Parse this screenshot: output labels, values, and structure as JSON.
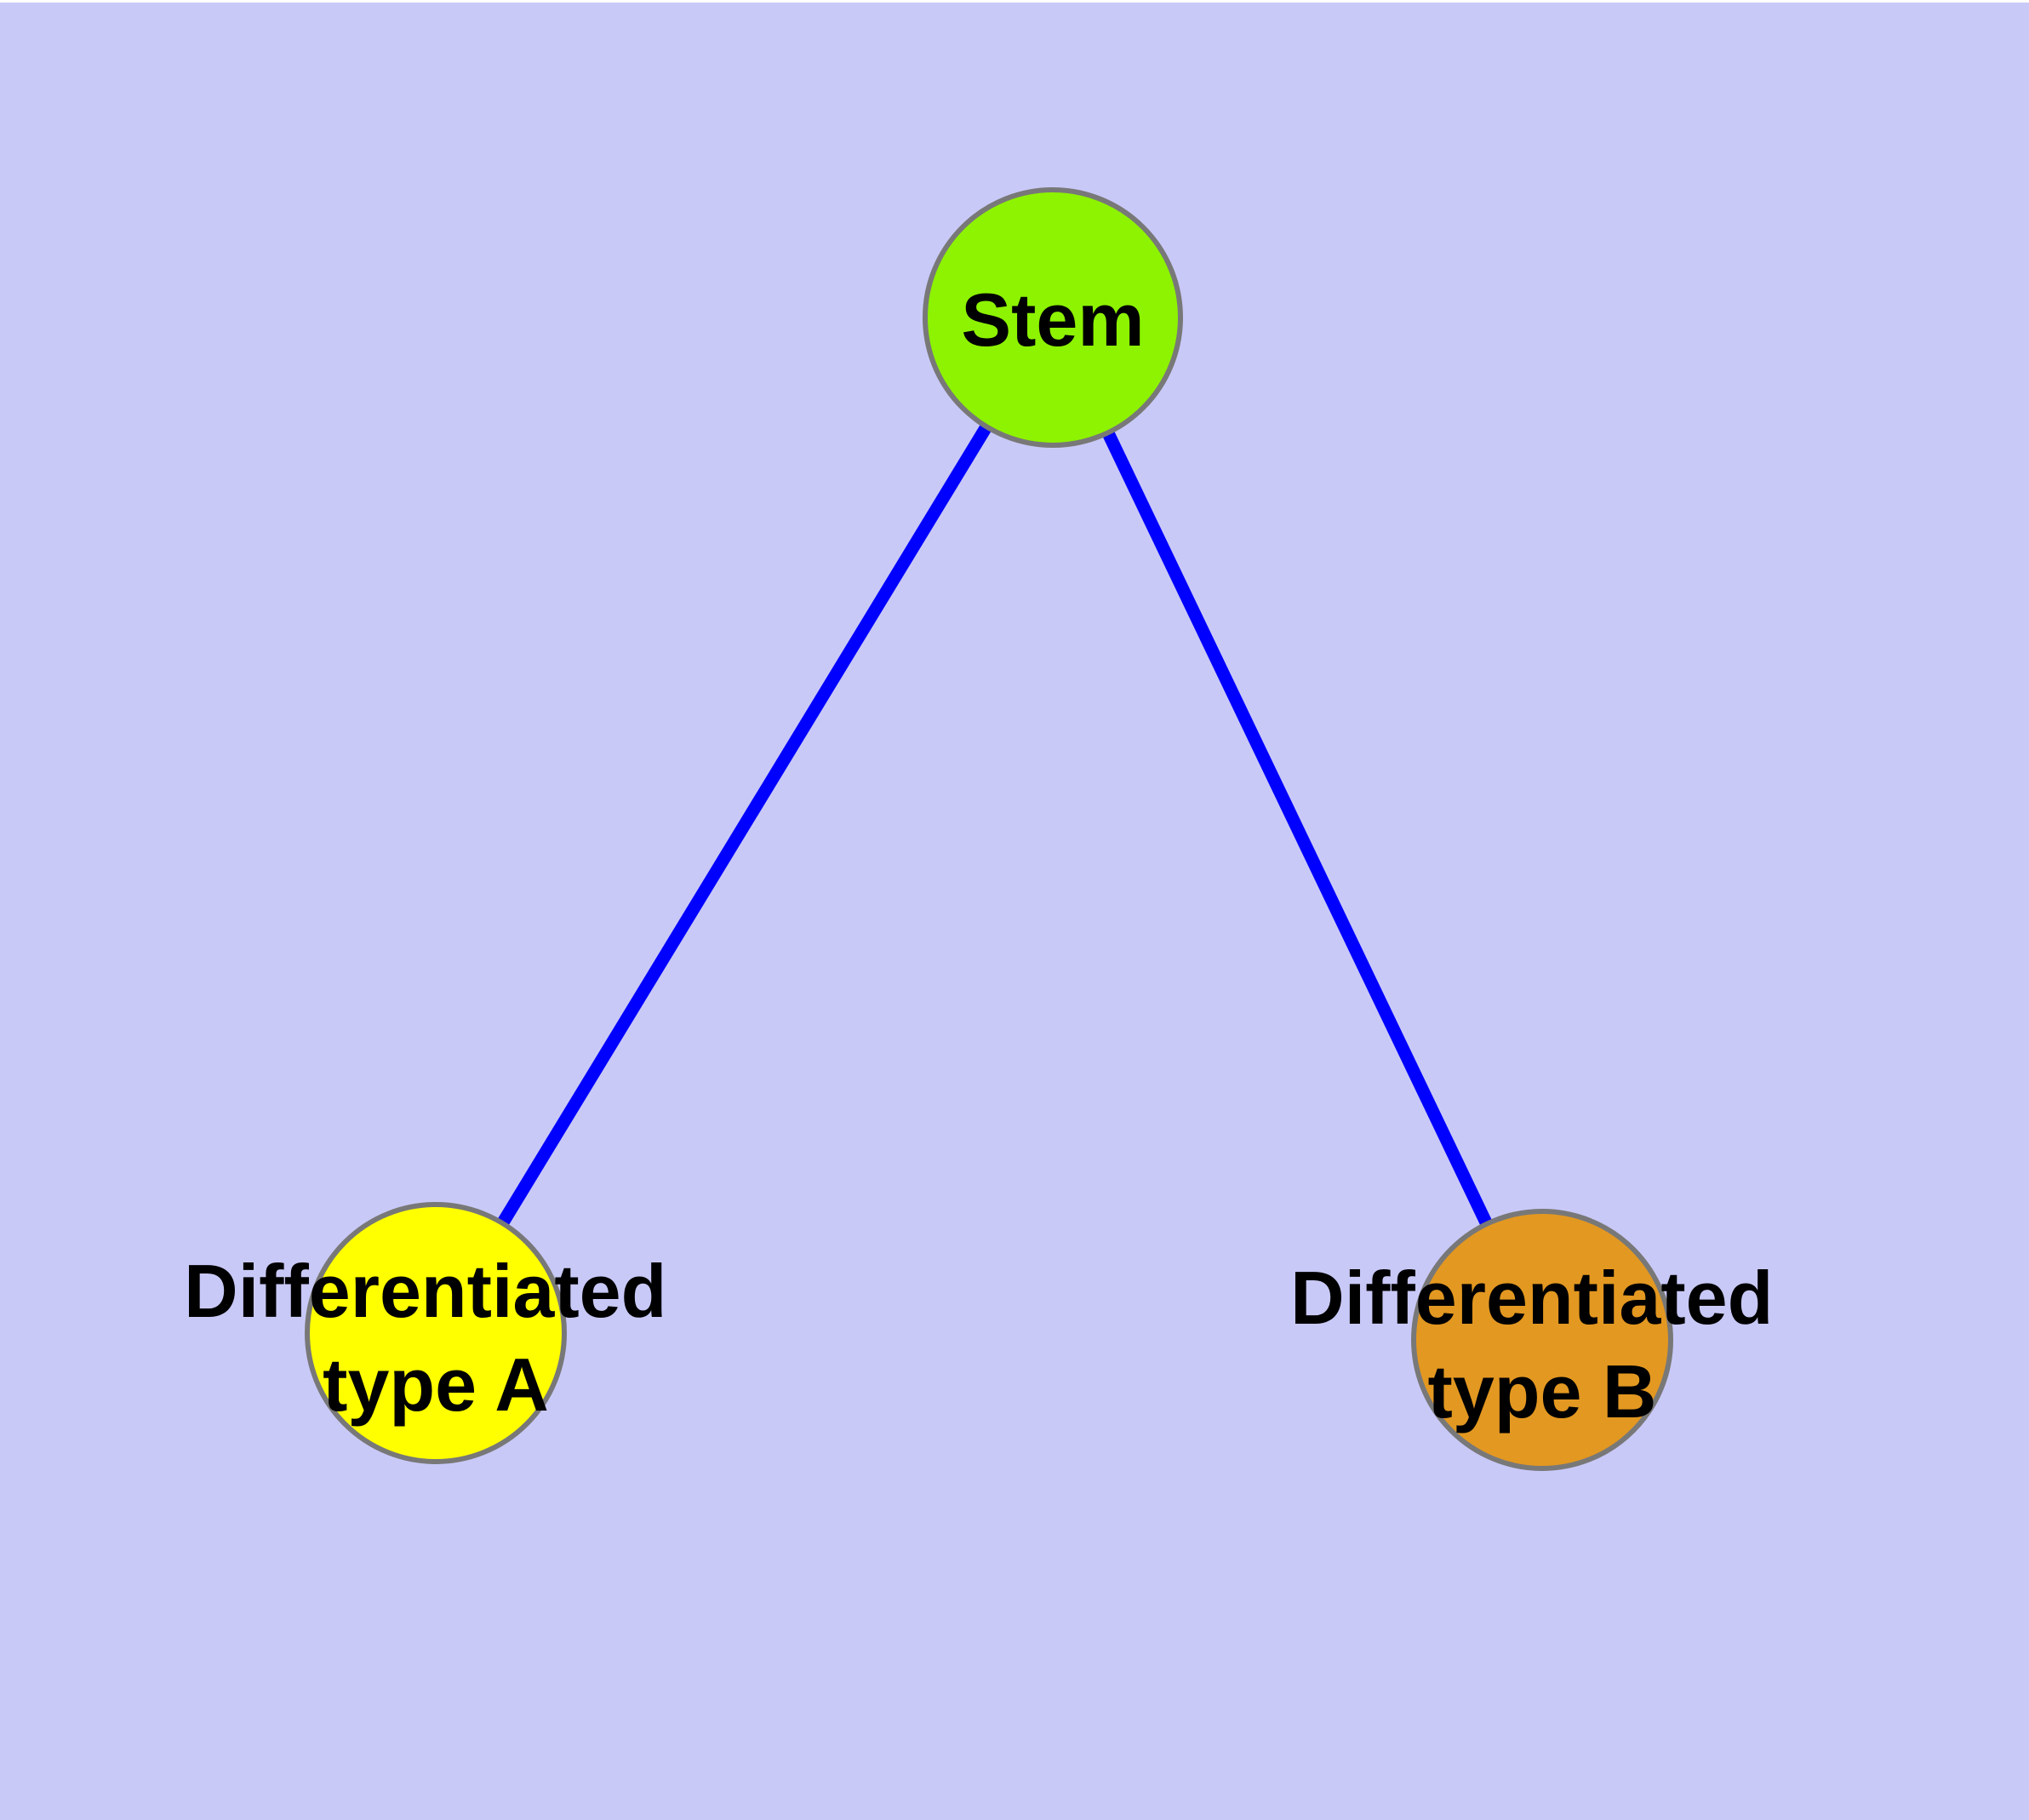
{
  "diagram": {
    "type": "graph",
    "description": "Cell differentiation tree: one stem node with two differentiated child nodes",
    "colors": {
      "background": "#c9c9f8",
      "edge": "#0000ff",
      "node_border": "#787878",
      "label": "#000000"
    },
    "nodes": [
      {
        "id": "stem",
        "label": "Stem",
        "fill": "#8df301"
      },
      {
        "id": "differentiated-type-a",
        "label": "Differentiated type A",
        "label_lines": [
          "Differentiated",
          "type A"
        ],
        "fill": "#ffff00"
      },
      {
        "id": "differentiated-type-b",
        "label": "Differentiated type B",
        "label_lines": [
          "Differentiated",
          "type B"
        ],
        "fill": "#e39821"
      }
    ],
    "edges": [
      {
        "source": "Stem",
        "target": "Differentiated type A"
      },
      {
        "source": "Stem",
        "target": "Differentiated type B"
      }
    ]
  }
}
